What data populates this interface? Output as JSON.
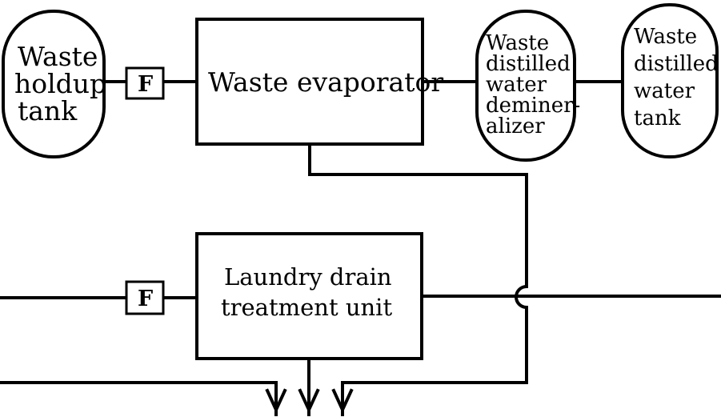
{
  "nodes": {
    "waste_holdup_tank": [
      "Waste",
      "holdup",
      "tank"
    ],
    "filter_top": "F",
    "waste_evaporator": "Waste evaporator",
    "demineralizer": [
      "Waste",
      "distilled",
      "water",
      "deminer-",
      "alizer"
    ],
    "distilled_water_tank": [
      "Waste",
      "distilled",
      "water",
      "tank"
    ],
    "filter_bottom": "F",
    "laundry_unit": [
      "Laundry drain",
      "treatment unit"
    ]
  }
}
